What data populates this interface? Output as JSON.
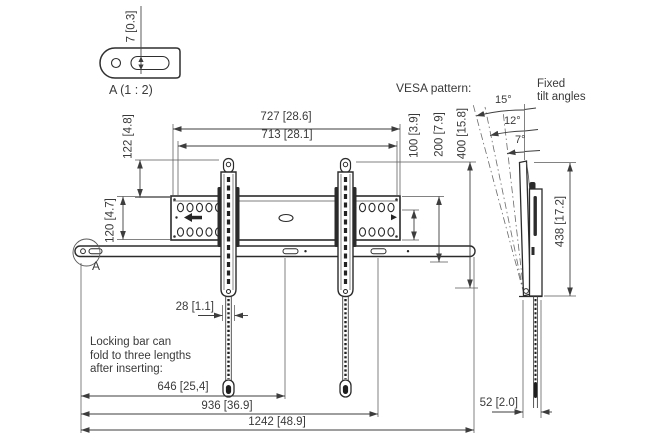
{
  "colors": {
    "line": "#4a4a4a",
    "dark_fill": "#262626",
    "text": "#3a3a3a",
    "background": "#ffffff"
  },
  "detail_a": {
    "dim_slot_height": "7 [0.3]",
    "caption": "A (1 : 2)"
  },
  "front_view": {
    "dim_outer_width": "727 [28.6]",
    "dim_inner_width": "713 [28.1]",
    "dim_rail_top_offset": "122 [4.8]",
    "dim_plate_height": "120 [4.7]",
    "dim_strap_width": "28 [1.1]",
    "dim_fold_short": "646 [25,4]",
    "dim_fold_mid": "936 [36.9]",
    "dim_fold_long": "1242 [48.9]",
    "detail_marker": "A",
    "note_lines": [
      "Locking bar can",
      "fold to three lengths",
      "after inserting:"
    ]
  },
  "vesa": {
    "label": "VESA pattern:",
    "dim_100": "100 [3.9]",
    "dim_200": "200 [7.9]",
    "dim_400": "400 [15.8]"
  },
  "side_view": {
    "label_line1": "Fixed",
    "label_line2": "tilt angles",
    "angle_15": "15°",
    "angle_12": "12°",
    "angle_7": "7°",
    "dim_height": "438 [17.2]",
    "dim_depth": "52 [2.0]"
  }
}
